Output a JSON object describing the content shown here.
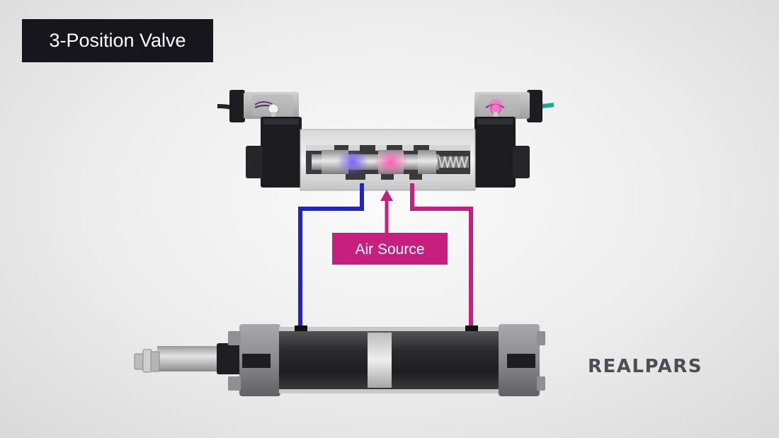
{
  "title": "3-Position Valve",
  "labels": {
    "air_source": "Air Source"
  },
  "brand": "REALPARS",
  "colors": {
    "title_bg": "#16161c",
    "air_source": "#c71f7f",
    "exhaust_line": "#2222c8",
    "valve_body": "#c9c9c9",
    "solenoid": "#1b1b1f",
    "cylinder": "#2b2b2f"
  }
}
